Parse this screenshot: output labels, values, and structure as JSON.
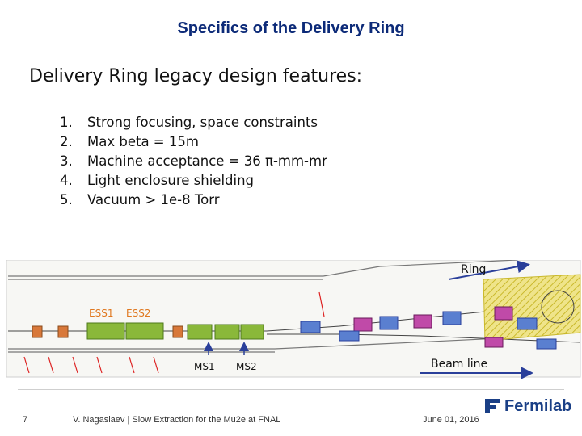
{
  "header": {
    "title": "Specifics of the Delivery Ring"
  },
  "content": {
    "intro": "Delivery Ring legacy design features:",
    "features": [
      {
        "num": "1.",
        "text": "Strong focusing,  space constraints"
      },
      {
        "num": "2.",
        "text": "Max  beta = 15m"
      },
      {
        "num": "3.",
        "text": "Machine acceptance = 36 π-mm-mr"
      },
      {
        "num": "4.",
        "text": "Light enclosure shielding"
      },
      {
        "num": "5.",
        "text": "Vacuum   > 1e-8 Torr"
      }
    ]
  },
  "diagram": {
    "ring_label": "Ring",
    "beamline_label": "Beam line",
    "ess1_label": "ESS1",
    "ess2_label": "ESS2",
    "ms1_label": "MS1",
    "ms2_label": "MS2",
    "colors": {
      "element_green": "#8ab83a",
      "element_orange": "#d8783a",
      "hatch_yellow": "#e8d84a",
      "element_blue": "#5a7fd0",
      "element_magenta": "#c04aa8",
      "arrow_blue": "#2a3f9a",
      "label_orange": "#e07820"
    }
  },
  "footer": {
    "page": "7",
    "text": "V. Nagaslaev | Slow Extraction for the Mu2e at FNAL",
    "date": "June 01, 2016",
    "logo_text": "Fermilab"
  }
}
